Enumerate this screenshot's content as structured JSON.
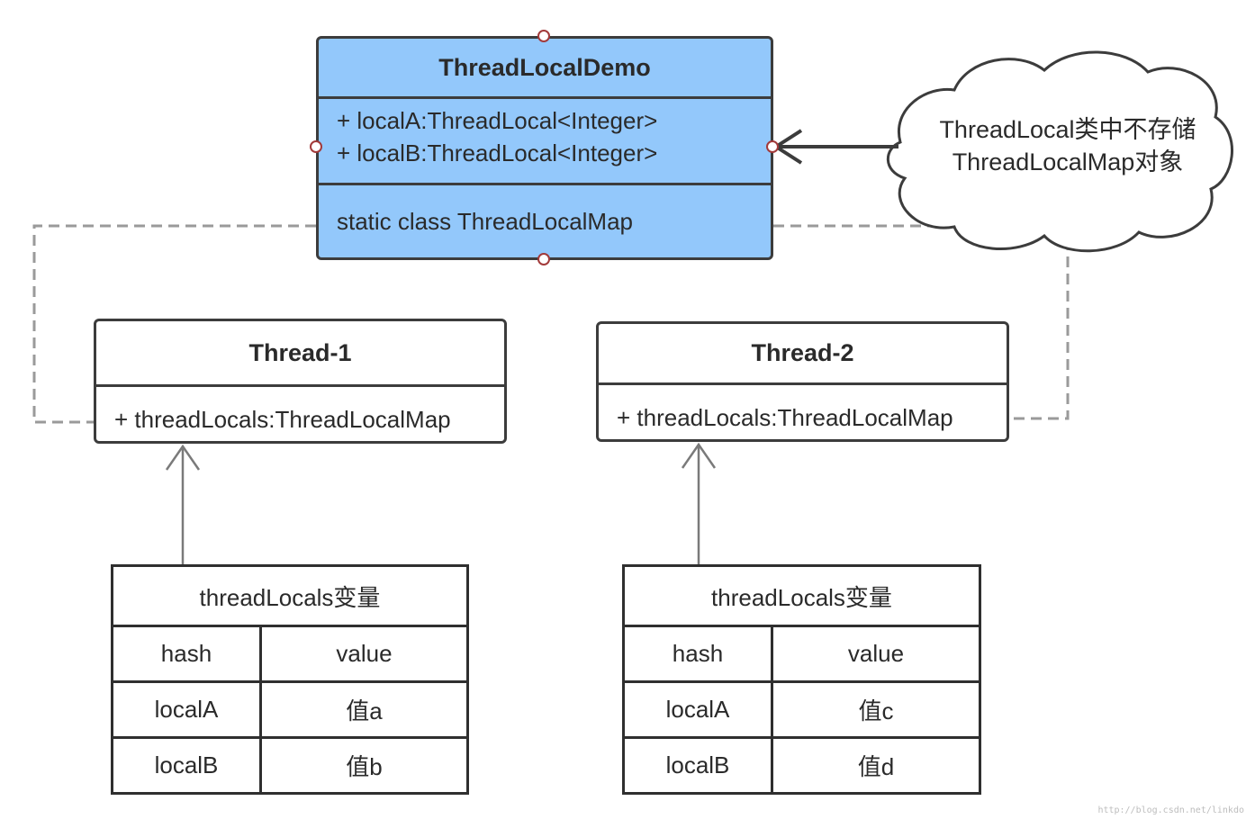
{
  "demo_class": {
    "name": "ThreadLocalDemo",
    "attributes": [
      "+ localA:ThreadLocal<Integer>",
      "+ localB:ThreadLocal<Integer>"
    ],
    "operations": [
      "static class ThreadLocalMap"
    ],
    "fill_color": "#93c8fb"
  },
  "note": {
    "lines": [
      "ThreadLocal类中不存储",
      "ThreadLocalMap对象"
    ]
  },
  "threads": [
    {
      "name": "Thread-1",
      "attribute": "+ threadLocals:ThreadLocalMap"
    },
    {
      "name": "Thread-2",
      "attribute": "+ threadLocals:ThreadLocalMap"
    }
  ],
  "tables": [
    {
      "title": "threadLocals变量",
      "headers": [
        "hash",
        "value"
      ],
      "rows": [
        [
          "localA",
          "值a"
        ],
        [
          "localB",
          "值b"
        ]
      ]
    },
    {
      "title": "threadLocals变量",
      "headers": [
        "hash",
        "value"
      ],
      "rows": [
        [
          "localA",
          "值c"
        ],
        [
          "localB",
          "值d"
        ]
      ]
    }
  ],
  "watermark": "http://blog.csdn.net/linkdo"
}
